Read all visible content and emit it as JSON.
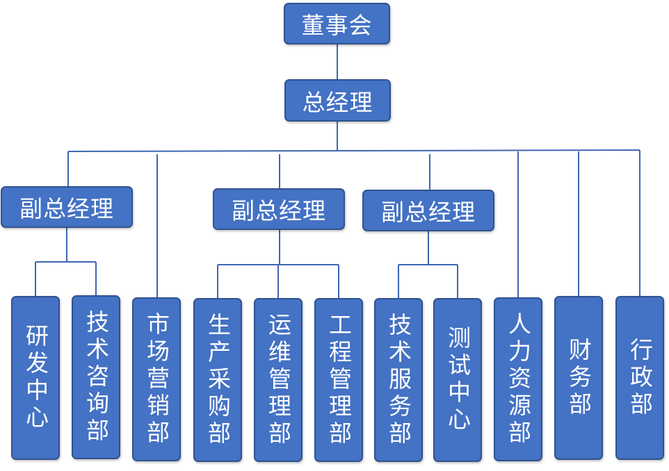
{
  "chart": {
    "top": "董事会",
    "gm": "总经理",
    "vps": [
      {
        "label": "副总经理",
        "children": [
          "研发中心",
          "技术咨询部"
        ]
      },
      {
        "label": "副总经理",
        "children": [
          "生产采购部",
          "运维管理部",
          "工程管理部"
        ]
      },
      {
        "label": "副总经理",
        "children": [
          "技术服务部",
          "测试中心"
        ]
      }
    ],
    "direct_departments": [
      "市场营销部",
      "人力资源部",
      "财务部",
      "行政部"
    ]
  },
  "colors": {
    "box_fill": "#4472c4",
    "box_border": "#2f528f",
    "line": "#3e66b0",
    "text": "#ffffff"
  }
}
